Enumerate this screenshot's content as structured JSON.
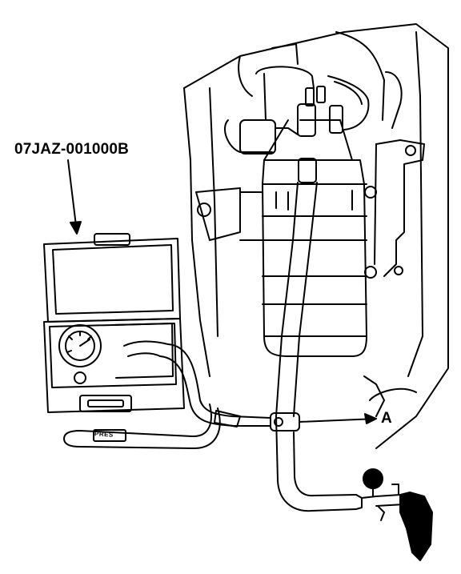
{
  "labels": {
    "tool_part_number": "07JAZ-001000B",
    "callout_a": "A",
    "hose_marking": "PRES"
  },
  "colors": {
    "line": "#000000",
    "background": "#ffffff"
  }
}
